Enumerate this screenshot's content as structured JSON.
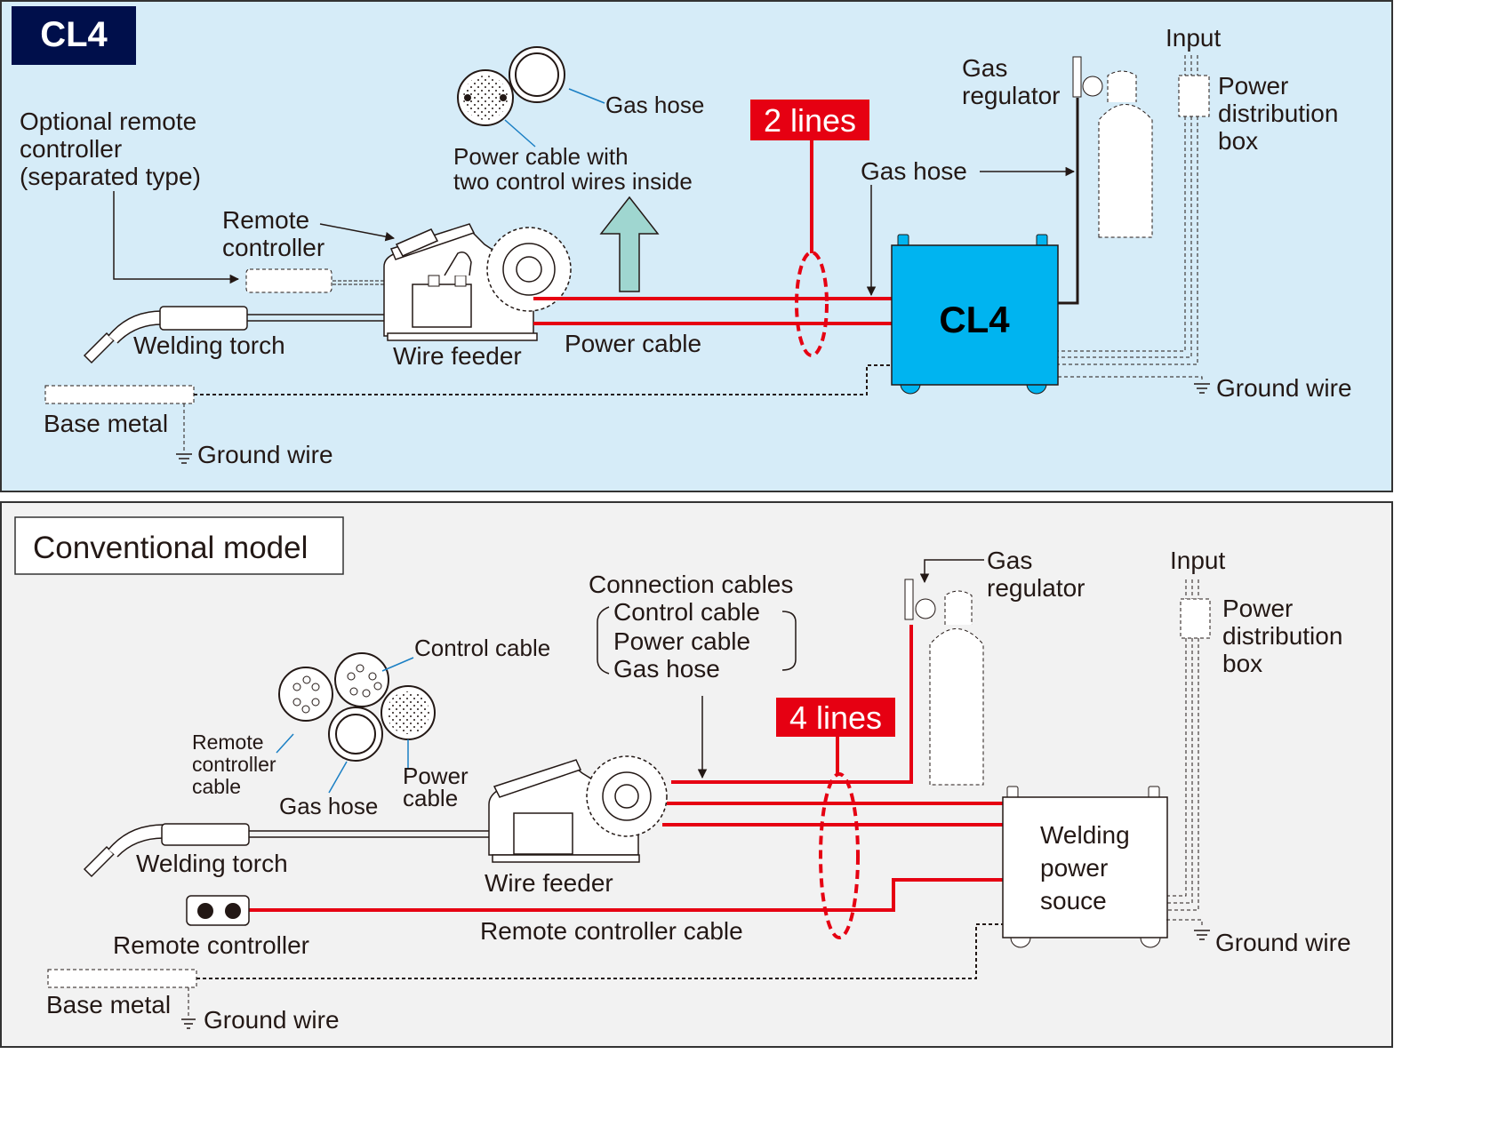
{
  "colors": {
    "top_bg": "#d6ecf8",
    "bottom_bg": "#f2f2f2",
    "badge_navy": "#000f4b",
    "cable_red": "#e60012",
    "cl4_blue": "#00b4f0",
    "arrow_teal": "#9fd6d0",
    "leader_blue": "#1a7fc4"
  },
  "top_panel": {
    "badge": "CL4",
    "optional_remote": [
      "Optional remote",
      "controller",
      "(separated type)"
    ],
    "remote_controller": [
      "Remote",
      "controller"
    ],
    "welding_torch": "Welding torch",
    "wire_feeder": "Wire feeder",
    "gas_hose_cross": "Gas hose",
    "power_cable_with": [
      "Power cable with",
      "two control wires inside"
    ],
    "lines_badge": "2 lines",
    "gas_hose": "Gas hose",
    "power_cable": "Power cable",
    "gas_regulator": [
      "Gas",
      "regulator"
    ],
    "input": "Input",
    "power_distribution_box": [
      "Power",
      "distribution",
      "box"
    ],
    "unit_label": "CL4",
    "ground_wire_right": "Ground wire",
    "base_metal": "Base metal",
    "ground_wire_left": "Ground wire"
  },
  "bottom_panel": {
    "title": "Conventional model",
    "control_cable": "Control cable",
    "remote_controller_cable": [
      "Remote",
      "controller",
      "cable"
    ],
    "gas_hose": "Gas hose",
    "power_cable": [
      "Power",
      "cable"
    ],
    "connection_cables": "Connection cables",
    "connection_items": [
      "Control cable",
      "Power cable",
      "Gas hose"
    ],
    "lines_badge": "4 lines",
    "gas_regulator": [
      "Gas",
      "regulator"
    ],
    "input": "Input",
    "power_distribution_box": [
      "Power",
      "distribution",
      "box"
    ],
    "welding_torch": "Welding torch",
    "wire_feeder": "Wire feeder",
    "welding_power_source": [
      "Welding",
      "power",
      "souce"
    ],
    "remote_controller": "Remote controller",
    "remote_controller_cable_label": "Remote controller cable",
    "ground_wire_right": "Ground wire",
    "base_metal": "Base metal",
    "ground_wire_left": "Ground wire"
  }
}
